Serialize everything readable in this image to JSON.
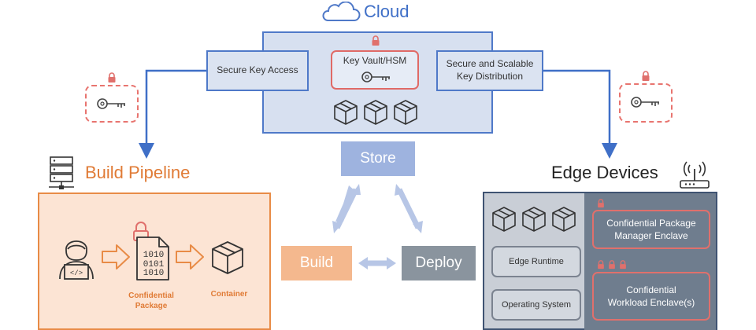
{
  "cloud": {
    "title": "Cloud",
    "secure_key_access": "Secure Key Access",
    "key_vault": "Key Vault/HSM",
    "distribution_line1": "Secure and Scalable",
    "distribution_line2": "Key Distribution"
  },
  "flow": {
    "store": "Store",
    "build": "Build",
    "deploy": "Deploy"
  },
  "build_pipeline": {
    "title": "Build Pipeline",
    "binary_text": [
      "1010",
      "0101",
      "1010"
    ],
    "confidential_line1": "Confidential",
    "confidential_line2": "Package",
    "container": "Container"
  },
  "edge_devices": {
    "title": "Edge Devices",
    "edge_runtime": "Edge Runtime",
    "operating_system": "Operating System",
    "package_enclave_line1": "Confidential Package",
    "package_enclave_line2": "Manager Enclave",
    "workload_enclave_line1": "Confidential",
    "workload_enclave_line2": "Workload Enclave(s)"
  },
  "colors": {
    "cloud_blue": "#4f79c8",
    "orange": "#e88b46",
    "lock_red": "#e0706c",
    "edge_dark": "#6f7d8e"
  }
}
